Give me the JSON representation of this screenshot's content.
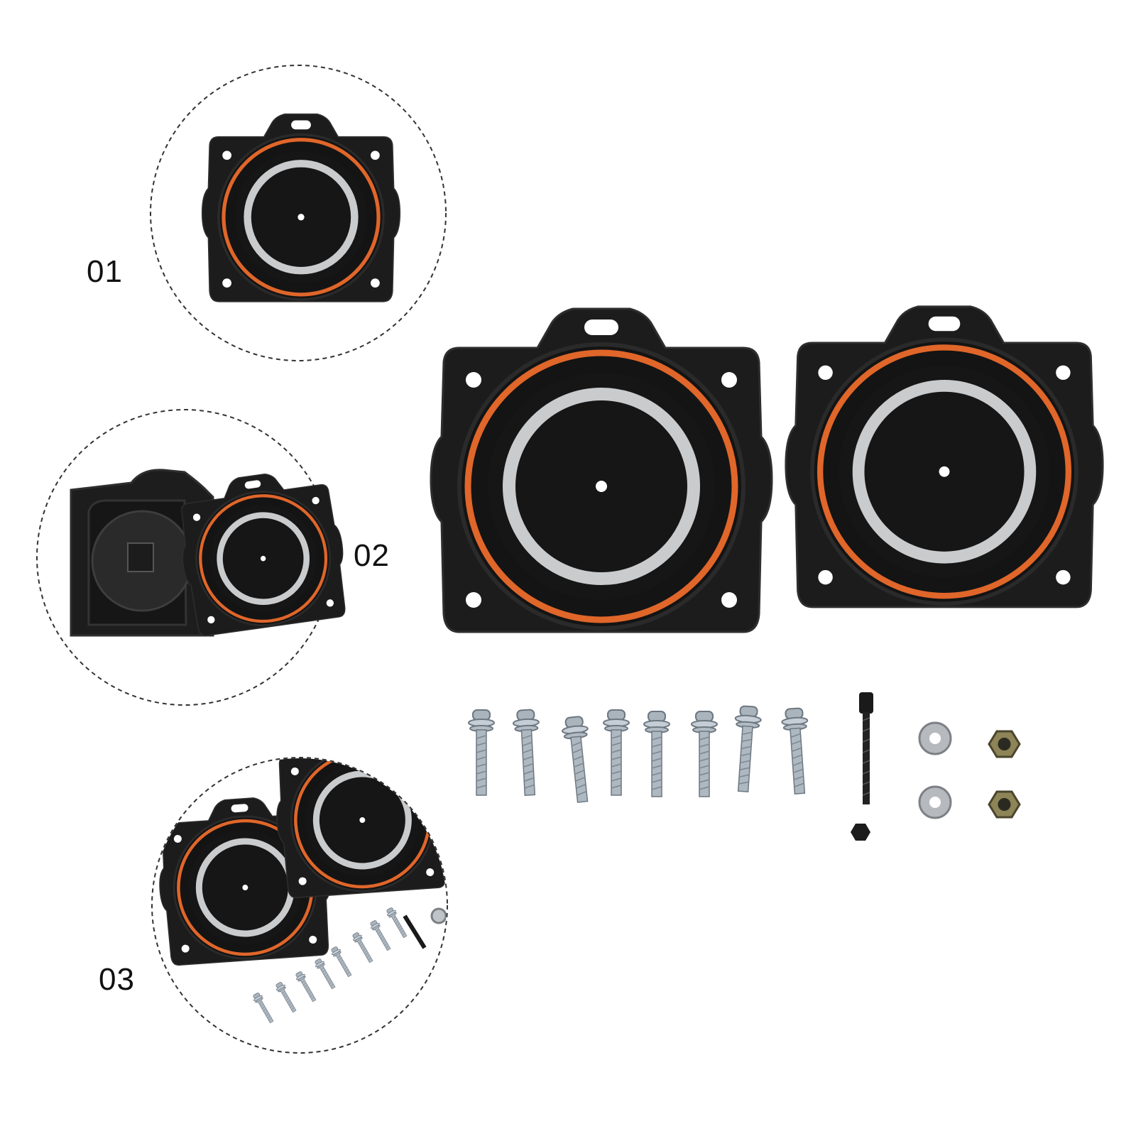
{
  "labels": {
    "step1": "01",
    "step2": "02",
    "step3": "03"
  },
  "colors": {
    "plastic": "#1c1c1c",
    "plastic_edge": "#2e2e2e",
    "gasket": "#e0662a",
    "ring": "#c9cbcd",
    "steel": "#b9c3cc",
    "dashed_circle": "#333333"
  },
  "contents": {
    "diaphragm_count": 2,
    "screw_count": 8,
    "washer_count": 2,
    "nut_count": 2,
    "long_bolt_count": 1,
    "small_nut_count": 1
  }
}
